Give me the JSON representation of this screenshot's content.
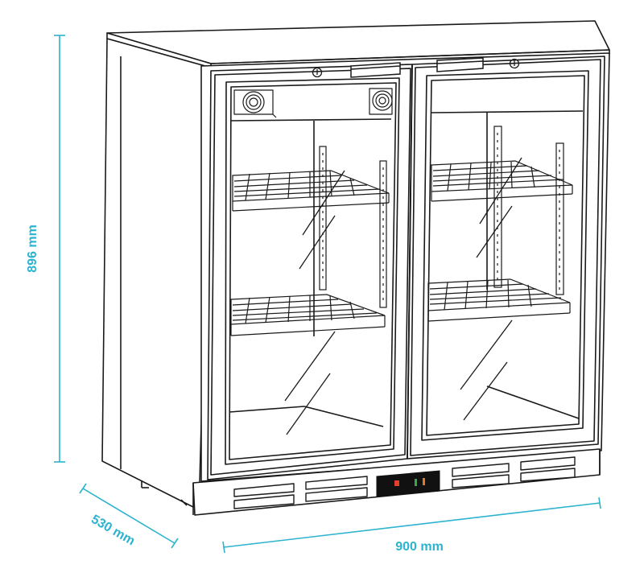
{
  "colors": {
    "dimension": "#2bb3cf",
    "outline": "#1a1a1a",
    "display_bg": "#111111",
    "led_red": "#e0402a",
    "led_green": "#3aa84a",
    "led_amber": "#e07a2a"
  },
  "dimensions": {
    "height_label": "896 mm",
    "depth_label": "530 mm",
    "width_label": "900 mm"
  },
  "icons": [
    "fan-icon",
    "lock-icon",
    "door-handle-icon",
    "display-panel-icon"
  ]
}
